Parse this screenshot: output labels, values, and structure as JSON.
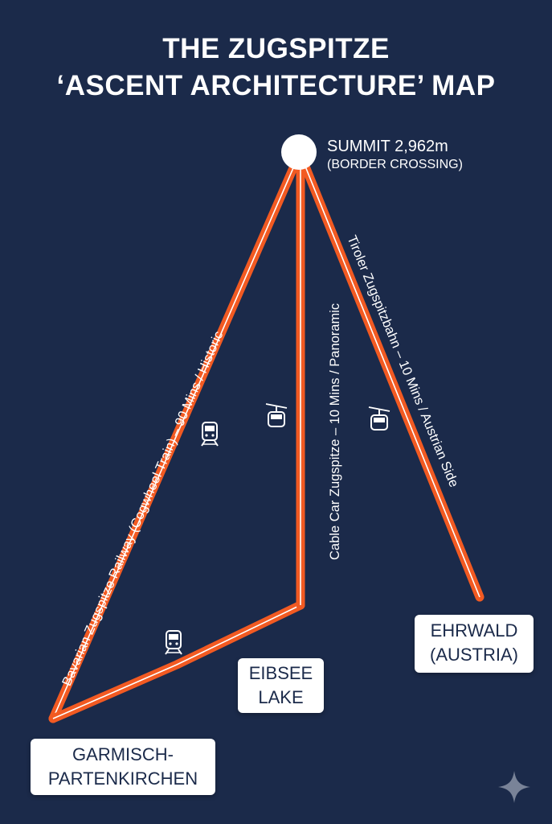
{
  "map_title": {
    "line1": "THE ZUGSPITZE",
    "line2": "‘ASCENT ARCHITECTURE’ MAP"
  },
  "summit": {
    "label": "SUMMIT 2,962m",
    "sublabel": "(BORDER CROSSING)"
  },
  "routes": [
    {
      "name": "Bavarian Zugspitze Railway (Cogwheel Train) – 90 Mins / Historic",
      "icon": "train-icon"
    },
    {
      "name": "Cable Car Zugspitze – 10 Mins / Panoramic",
      "icon": "gondola-icon"
    },
    {
      "name": "Tiroler Zugspitzbahn – 10 Mins / Austrian Side",
      "icon": "gondola-icon"
    }
  ],
  "stations": {
    "garmisch": [
      "GARMISCH-",
      "PARTENKIRCHEN"
    ],
    "eibsee": [
      "EIBSEE",
      "LAKE"
    ],
    "ehrwald": [
      "EHRWALD",
      "(AUSTRIA)"
    ]
  },
  "colors": {
    "background": "#1b2a4a",
    "route": "#f25a22",
    "route_inner": "#ffffff",
    "text": "#ffffff"
  },
  "watermark_icon": "sparkle-icon"
}
